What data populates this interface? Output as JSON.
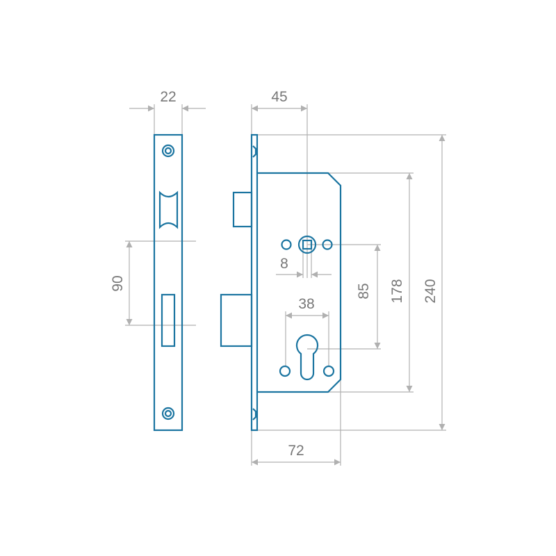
{
  "colors": {
    "part": "#1a74a0",
    "dimension": "#b0b0b0",
    "text": "#777777"
  },
  "dimensions": {
    "faceplate_width": "22",
    "backset": "45",
    "strike_spacing": "90",
    "spindle": "8",
    "cylinder_screw_spacing": "38",
    "center_distance": "85",
    "body_height": "178",
    "faceplate_height": "240",
    "body_depth": "72"
  }
}
